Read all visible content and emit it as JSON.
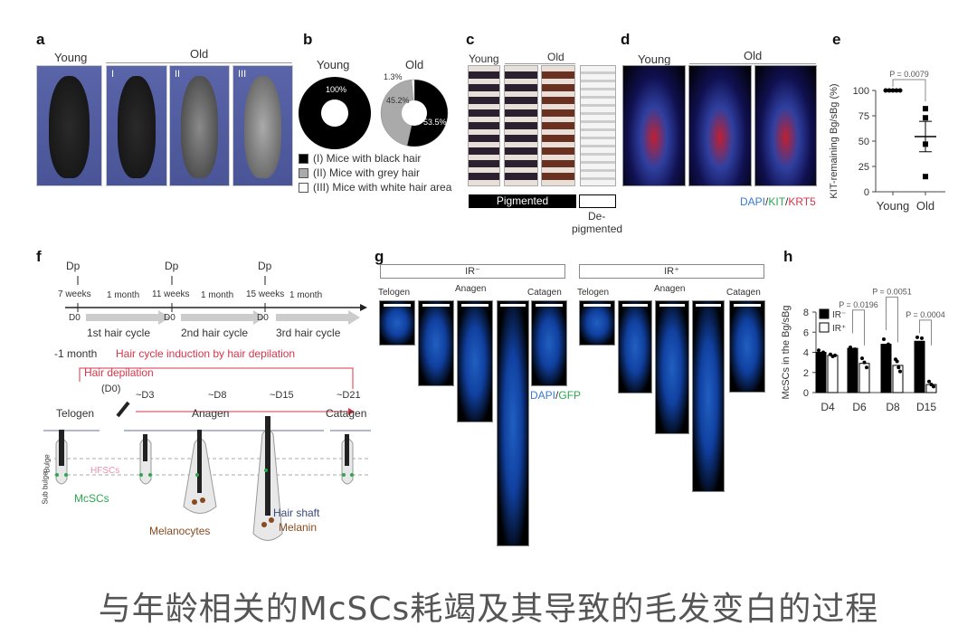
{
  "panels": {
    "a": {
      "label": "a",
      "young": "Young",
      "old": "Old",
      "numerals": [
        "I",
        "II",
        "III"
      ]
    },
    "b": {
      "label": "b",
      "young": "Young",
      "old": "Old",
      "young_slices": [
        {
          "value": 100,
          "label": "100%",
          "color": "#000000"
        }
      ],
      "old_slices": [
        {
          "value": 53.5,
          "label": "53.5%",
          "color": "#000000"
        },
        {
          "value": 45.2,
          "label": "45.2%",
          "color": "#aaaaaa"
        },
        {
          "value": 1.3,
          "label": "1.3%",
          "color": "#ffffff"
        }
      ],
      "legend": [
        {
          "label": "(I) Mice with black hair",
          "color": "#000000"
        },
        {
          "label": "(II) Mice with grey hair",
          "color": "#aaaaaa"
        },
        {
          "label": "(III) Mice with white hair area",
          "color": "#ffffff"
        }
      ]
    },
    "c": {
      "label": "c",
      "young": "Young",
      "old": "Old",
      "pigmented": "Pigmented",
      "depigmented_1": "De-",
      "depigmented_2": "pigmented"
    },
    "d": {
      "label": "d",
      "young": "Young",
      "old": "Old",
      "stain": [
        "DAPI",
        "/",
        "KIT",
        "/",
        "KRT5"
      ]
    },
    "e": {
      "label": "e"
    },
    "f": {
      "label": "f",
      "dp": "Dp",
      "weeks": [
        "7 weeks",
        "11 weeks",
        "15 weeks"
      ],
      "month": "1 month",
      "d0": "D0",
      "cycles": [
        "1st hair cycle",
        "2nd hair cycle",
        "3rd hair cycle"
      ],
      "minus_month": "-1 month",
      "induction": "Hair cycle induction by hair depilation",
      "depilation": "Hair depilation",
      "d0_paren": "(D0)",
      "days": [
        "~D3",
        "~D8",
        "~D15",
        "~D21"
      ],
      "phases": [
        "Telogen",
        "Anagen",
        "Catagen"
      ],
      "bulge": "Bulge",
      "subbulge": "Sub bulge",
      "hfscs": "HFSCs",
      "mcscs": "McSCs",
      "hair_shaft": "Hair shaft",
      "melanin": "Melanin",
      "melanocytes": "Melanocytes"
    },
    "g": {
      "label": "g",
      "ir_minus": "IR⁻",
      "ir_plus": "IR⁺",
      "telogen": "Telogen",
      "anagen": "Anagen",
      "catagen": "Catagen",
      "stain": [
        "DAPI",
        "/",
        "GFP"
      ]
    },
    "h": {
      "label": "h"
    }
  },
  "chart_data": [
    {
      "panel": "e",
      "type": "scatter",
      "ylabel": "KIT-remaining Bg/sBg (%)",
      "categories": [
        "Young",
        "Old"
      ],
      "ylim": [
        0,
        100
      ],
      "yticks": [
        0,
        25,
        50,
        75,
        100
      ],
      "series": [
        {
          "category": "Young",
          "values": [
            100,
            100,
            100,
            100,
            100
          ]
        },
        {
          "category": "Old",
          "values": [
            82,
            73,
            47,
            15
          ],
          "mean": 54.5,
          "error": [
            39.5,
            69.5
          ]
        }
      ],
      "annotation": "P = 0.0079"
    },
    {
      "panel": "h",
      "type": "bar",
      "ylabel": "McSCs in the Bg/sBg",
      "categories": [
        "D4",
        "D6",
        "D8",
        "D15"
      ],
      "ylim": [
        0,
        8
      ],
      "yticks": [
        0,
        2,
        4,
        6,
        8
      ],
      "series": [
        {
          "name": "IR⁻",
          "color": "#000000",
          "values": [
            4.0,
            4.4,
            4.8,
            5.1
          ],
          "points": [
            [
              4.2,
              4.0
            ],
            [
              4.5,
              4.3
            ],
            [
              5.3,
              4.8
            ],
            [
              5.5,
              5.4
            ]
          ]
        },
        {
          "name": "IR⁺",
          "color": "#ffffff",
          "values": [
            3.7,
            2.9,
            2.7,
            0.8
          ],
          "points": [
            [
              3.8,
              3.6,
              3.7
            ],
            [
              3.4,
              3.0,
              2.5
            ],
            [
              3.3,
              3.1,
              2.5,
              2.1
            ],
            [
              1.1,
              0.8,
              0.6
            ]
          ]
        }
      ],
      "annotations": [
        {
          "between": "D6",
          "text": "P = 0.0196"
        },
        {
          "between": "D8",
          "text": "P = 0.0051"
        },
        {
          "between": "D15",
          "text": "P = 0.0004"
        }
      ]
    }
  ],
  "caption": "与年龄相关的McSCs耗竭及其导致的毛发变白的过程"
}
